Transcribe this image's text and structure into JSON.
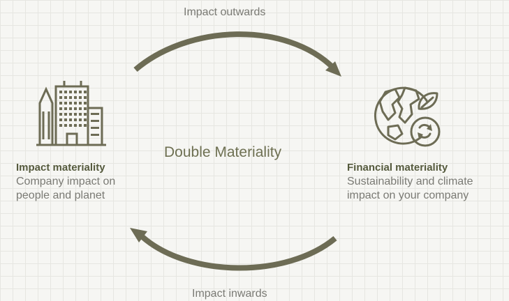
{
  "diagram": {
    "title": "Double Materiality",
    "top_caption": "Impact outwards",
    "bottom_caption": "Impact inwards",
    "left": {
      "icon": "office-building-icon",
      "heading": "Impact materiality",
      "line1": "Company impact on",
      "line2": "people and planet"
    },
    "right": {
      "icon": "globe-sustainability-icon",
      "heading": "Financial materiality",
      "line1": "Sustainability and climate",
      "line2": "impact on your company"
    },
    "colors": {
      "accent": "#6e7052",
      "arrow": "#6d6c55",
      "text": "#7a7a74",
      "grid": "#e6e6e1"
    }
  }
}
